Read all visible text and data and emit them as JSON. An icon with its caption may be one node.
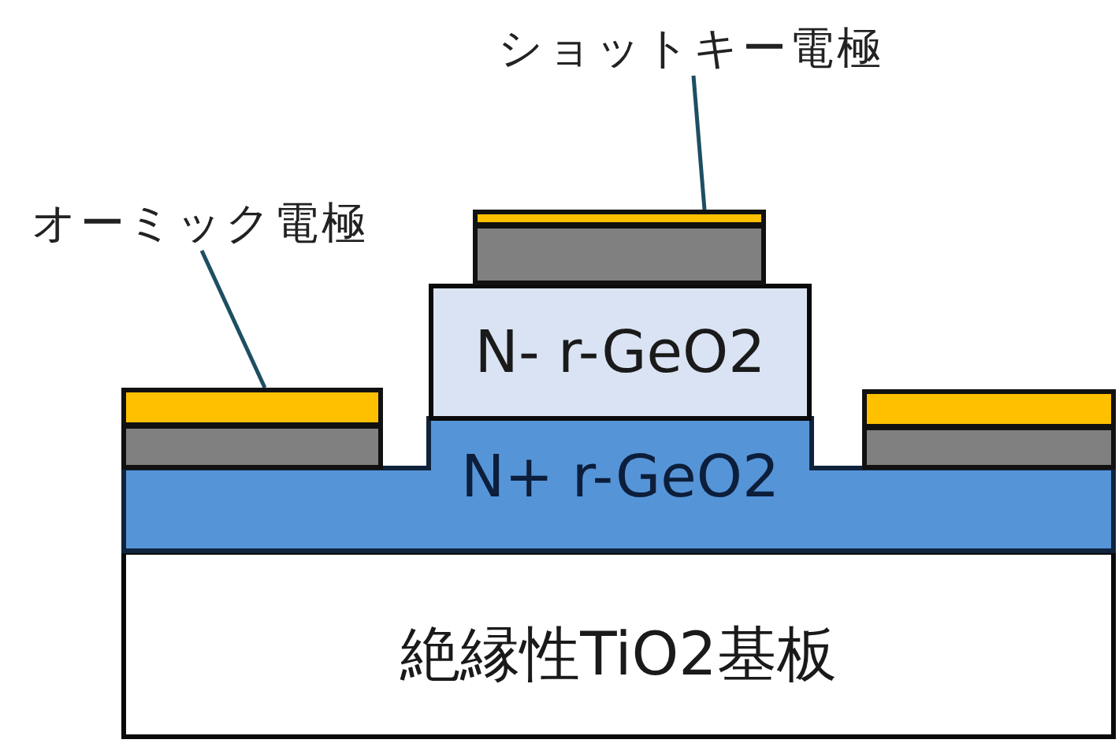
{
  "diagram": {
    "nodes": [
      {
        "text": [
          "ショットキー電極"
        ]
      },
      {
        "text": [
          "オーミック電極"
        ]
      },
      {
        "text": [],
        "shape": "box"
      },
      {
        "text": [
          "N- r-GeO2"
        ]
      },
      {
        "text": [],
        "shape": "box"
      },
      {
        "text": [],
        "shape": "box"
      },
      {
        "text": [
          "N+ r-GeO2"
        ]
      },
      {
        "text": [
          "絶縁性TiO2基板"
        ]
      }
    ],
    "edges": [
      {
        "from": 0,
        "to": 2,
        "arrow": "none"
      },
      {
        "from": 1,
        "to": 4,
        "arrow": "none"
      }
    ]
  }
}
